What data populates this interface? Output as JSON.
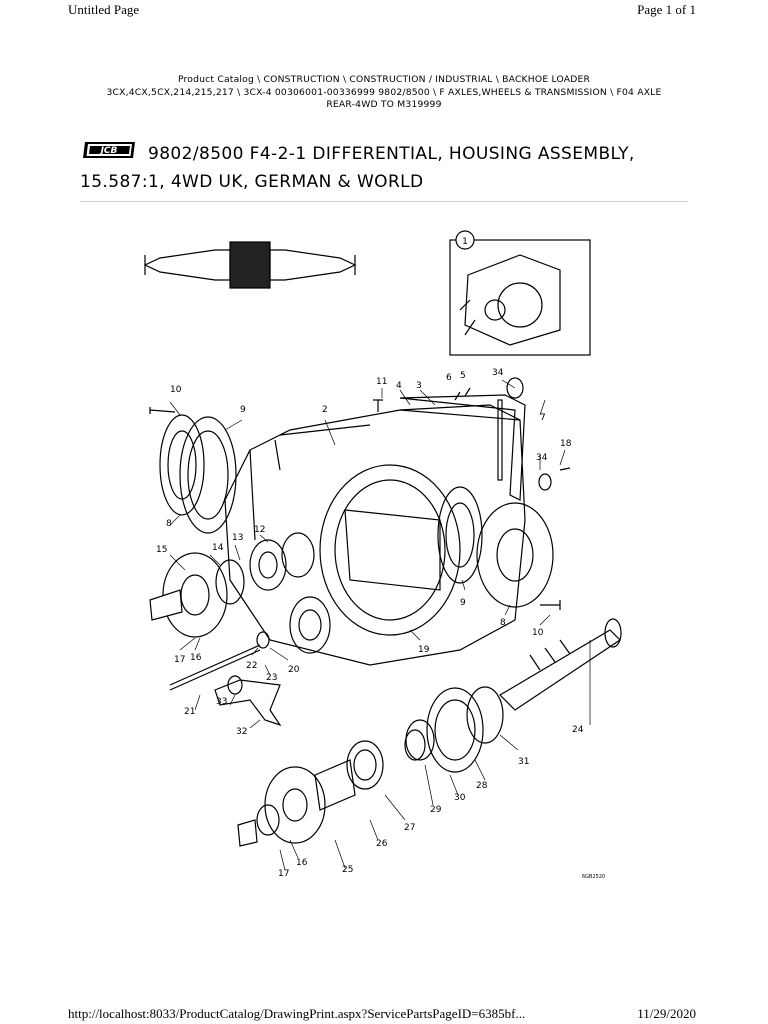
{
  "header": {
    "left": "Untitled Page",
    "right": "Page 1 of 1"
  },
  "breadcrumb": {
    "line1": "Product Catalog  \\  CONSTRUCTION  \\  CONSTRUCTION / INDUSTRIAL  \\  BACKHOE LOADER",
    "line2": "3CX,4CX,5CX,214,215,217  \\  3CX-4 00306001-00336999 9802/8500  \\  F AXLES,WHEELS & TRANSMISSION  \\  F04 AXLE",
    "line3": "REAR-4WD TO M319999"
  },
  "title": {
    "logo_text": "JCB",
    "text": "9802/8500 F4-2-1 DIFFERENTIAL, HOUSING ASSEMBLY, 15.587:1, 4WD UK, GERMAN & WORLD"
  },
  "drawing": {
    "inset_label": "1",
    "callouts": [
      "10",
      "9",
      "2",
      "11",
      "4",
      "3",
      "6",
      "5",
      "34",
      "7",
      "18",
      "34",
      "8",
      "12",
      "13",
      "14",
      "15",
      "9",
      "8",
      "10",
      "17",
      "16",
      "22",
      "20",
      "23",
      "21",
      "33",
      "32",
      "19",
      "24",
      "31",
      "28",
      "30",
      "29",
      "27",
      "26",
      "25",
      "16",
      "17"
    ],
    "code": "6GB2520"
  },
  "footer": {
    "left": "http://localhost:8033/ProductCatalog/DrawingPrint.aspx?ServicePartsPageID=6385bf...",
    "right": "11/29/2020"
  }
}
